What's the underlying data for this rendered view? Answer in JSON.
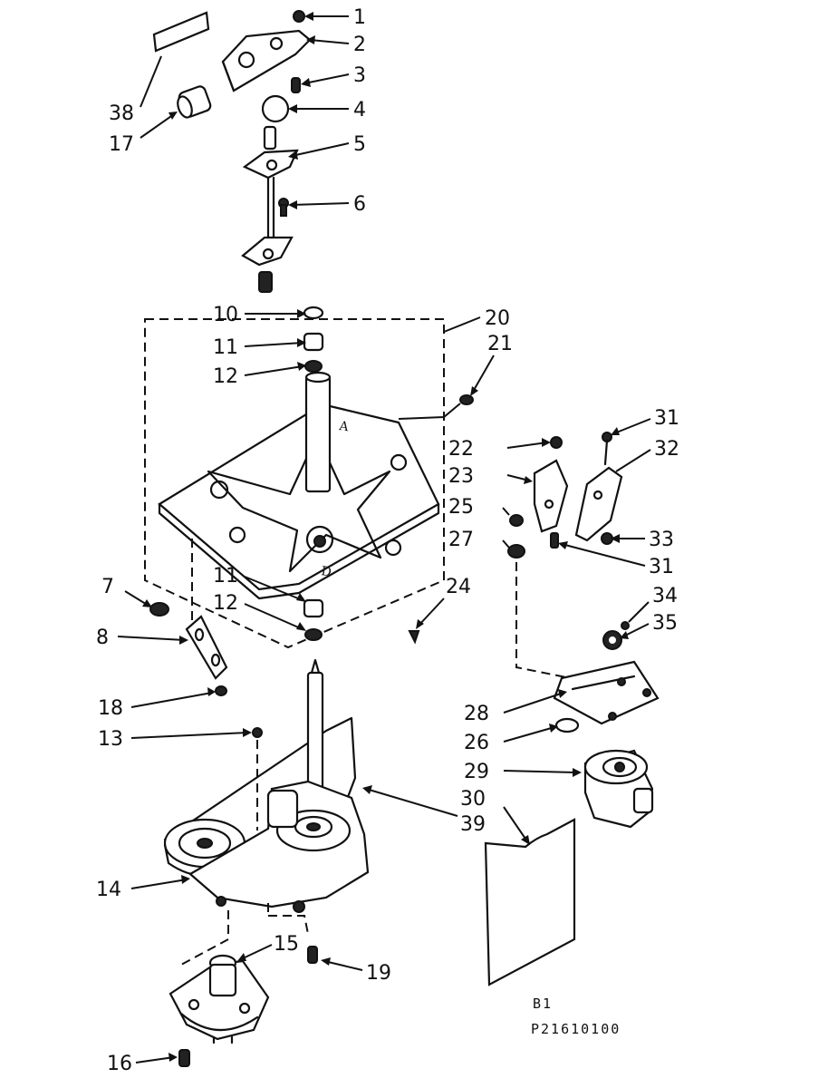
{
  "diagram": {
    "labels": {
      "l1": "1",
      "l2": "2",
      "l3": "3",
      "l4": "4",
      "l5": "5",
      "l6": "6",
      "l7": "7",
      "l8": "8",
      "l10": "10",
      "l11a": "11",
      "l11b": "11",
      "l12a": "12",
      "l12b": "12",
      "l13": "13",
      "l14": "14",
      "l15": "15",
      "l16": "16",
      "l17": "17",
      "l18": "18",
      "l19": "19",
      "l20": "20",
      "l21": "21",
      "l22": "22",
      "l23": "23",
      "l24": "24",
      "l25": "25",
      "l26": "26",
      "l27": "27",
      "l28": "28",
      "l29": "29",
      "l30": "30",
      "l31a": "31",
      "l31b": "31",
      "l32": "32",
      "l33": "33",
      "l34": "34",
      "l35": "35",
      "l38": "38",
      "l39": "39"
    },
    "footer": {
      "code1": "B1",
      "code2": "P21610100"
    }
  }
}
